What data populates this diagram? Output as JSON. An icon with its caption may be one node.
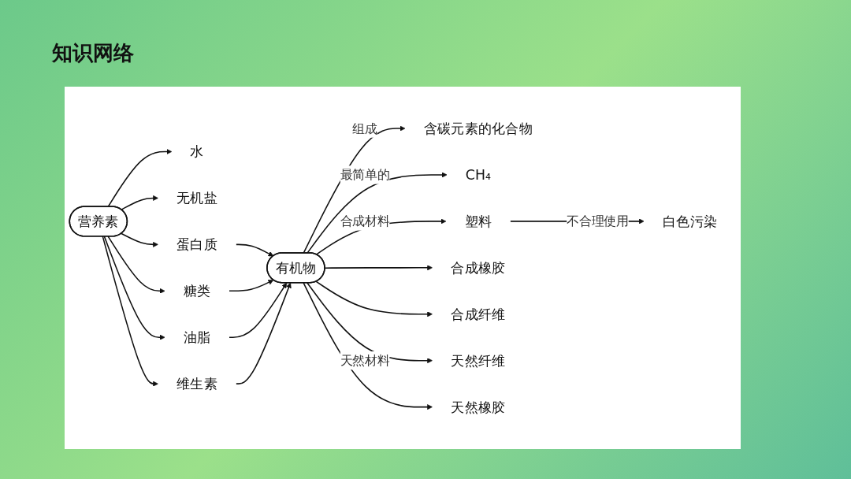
{
  "diagram": {
    "title": "知识网络",
    "nodes": [
      {
        "text": [
          "营养素"
        ]
      },
      {
        "text": [
          "水"
        ]
      },
      {
        "text": [
          "无机盐"
        ]
      },
      {
        "text": [
          "蛋白质"
        ]
      },
      {
        "text": [
          "糖类"
        ]
      },
      {
        "text": [
          "油脂"
        ]
      },
      {
        "text": [
          "维生素"
        ]
      },
      {
        "text": [
          "有机物"
        ]
      },
      {
        "text": [
          "含碳元素的化合物"
        ]
      },
      {
        "text": [
          "CH₄"
        ]
      },
      {
        "text": [
          "塑料"
        ]
      },
      {
        "text": [
          "合成橡胶"
        ]
      },
      {
        "text": [
          "合成纤维"
        ]
      },
      {
        "text": [
          "白色污染"
        ]
      },
      {
        "text": [
          "天然纤维"
        ]
      },
      {
        "text": [
          "天然橡胶"
        ]
      }
    ],
    "edges": [
      {
        "from": 0,
        "to": 1,
        "arrow": "to"
      },
      {
        "from": 0,
        "to": 2,
        "arrow": "to"
      },
      {
        "from": 0,
        "to": 3,
        "arrow": "to"
      },
      {
        "from": 0,
        "to": 4,
        "arrow": "to"
      },
      {
        "from": 0,
        "to": 5,
        "arrow": "to"
      },
      {
        "from": 0,
        "to": 6,
        "arrow": "to"
      },
      {
        "from": 3,
        "to": 7,
        "arrow": "to"
      },
      {
        "from": 4,
        "to": 7,
        "arrow": "to"
      },
      {
        "from": 5,
        "to": 7,
        "arrow": "to"
      },
      {
        "from": 6,
        "to": 7,
        "arrow": "to"
      },
      {
        "from": 7,
        "to": 8,
        "label": "组成",
        "arrow": "to"
      },
      {
        "from": 7,
        "to": 9,
        "label": "最简单的",
        "arrow": "to"
      },
      {
        "from": 7,
        "to": 10,
        "label": "合成材料",
        "arrow": "to"
      },
      {
        "from": 7,
        "to": 11,
        "arrow": "to"
      },
      {
        "from": 7,
        "to": 12,
        "arrow": "to"
      },
      {
        "from": 10,
        "to": 13,
        "label": "不合理使用",
        "arrow": "to"
      },
      {
        "from": 7,
        "to": 14,
        "label": "天然材料",
        "arrow": "to"
      },
      {
        "from": 7,
        "to": 15,
        "arrow": "to"
      }
    ]
  }
}
